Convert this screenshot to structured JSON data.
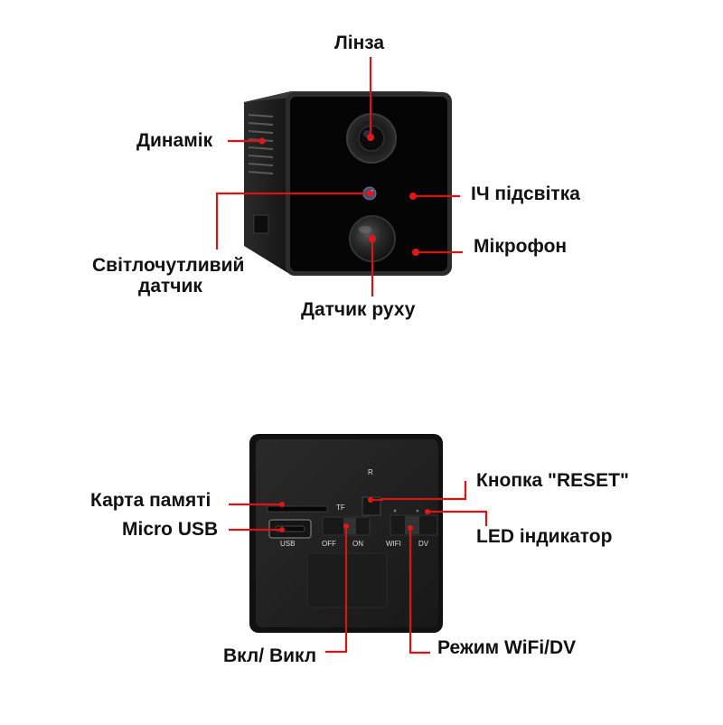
{
  "callouts": {
    "lens": "Лінза",
    "speaker": "Динамік",
    "ir_light": "ІЧ підсвітка",
    "microphone": "Мікрофон",
    "light_sensor_line1": "Світлочутливий",
    "light_sensor_line2": "датчик",
    "motion_sensor": "Датчик руху",
    "reset_button": "Кнопка \"RESET\"",
    "memory_card": "Карта памяті",
    "micro_usb": "Micro USB",
    "led_indicator": "LED індикатор",
    "power_switch": "Вкл/ Викл",
    "mode_switch": "Режим WiFi/DV"
  },
  "device_markings": {
    "reset": "R",
    "tf": "TF",
    "usb": "USB",
    "off": "OFF",
    "on": "ON",
    "wifi": "WIFI",
    "dv": "DV"
  },
  "colors": {
    "leader_line": "#d81414",
    "dot": "#e11818",
    "body_dark": "#111111",
    "face_black": "#050505",
    "text": "#111111"
  }
}
